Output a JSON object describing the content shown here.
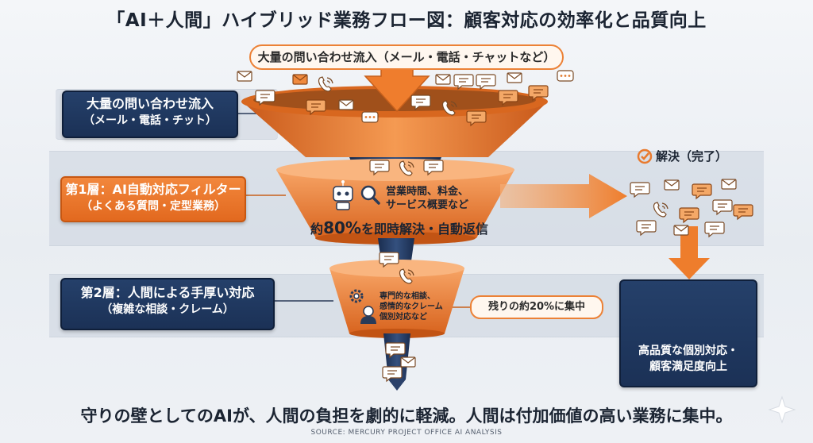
{
  "title": "「AI＋人間」ハイブリッド業務フロー図：顧客対応の効率化と品質向上",
  "top_callout": "大量の問い合わせ流入（メール・電話・チャットなど）",
  "inflow_box": {
    "line1": "大量の問い合わせ流入",
    "line2": "（メール・電話・チット）"
  },
  "layer1_box": {
    "line1": "第1層：AI自動対応フィルター",
    "line2": "（よくある質問・定型業務）"
  },
  "layer2_box": {
    "line1": "第2層：人間による手厚い対応",
    "line2": "（複雑な相談・クレーム）"
  },
  "layer1_funnel": {
    "line1": "営業時間、料金、",
    "line2": "サービス概要など",
    "headline_prefix": "約",
    "headline_percent": "80%",
    "headline_suffix": "を即時解決・自動返信"
  },
  "layer2_funnel": {
    "line1": "専門的な相談、",
    "line2": "感情的なクレーム",
    "line3": "個別対応など"
  },
  "remaining_callout": "残りの約20%に集中",
  "resolved_label": "解決（完了）",
  "quality_box": {
    "line1": "高品質な個別対応・",
    "line2": "顧客満足度向上"
  },
  "footer": "守りの壁としてのAIが、人間の負担を劇的に軽減。人間は付加価値の高い業務に集中。",
  "source": "SOURCE: MERCURY PROJECT OFFICE AI ANALYSIS",
  "colors": {
    "navy": "#1b3156",
    "orange": "#e97a2e",
    "light_orange": "#f4a05e",
    "background": "#eef1f5"
  },
  "icons": [
    "envelope-icon",
    "phone-icon",
    "chat-bubble-icon",
    "robot-icon",
    "magnifier-icon",
    "gear-icon",
    "operator-icon",
    "growth-chart-icon",
    "check-circle-icon",
    "sparkle-icon"
  ]
}
